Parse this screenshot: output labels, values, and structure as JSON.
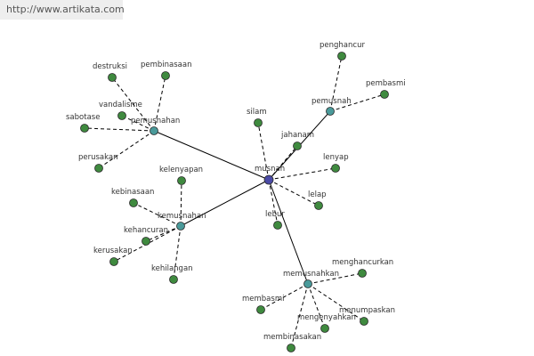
{
  "watermark": "http://www.artikata.com",
  "colors": {
    "center": "#4a4aa6",
    "hub": "#4a9a9a",
    "leaf": "#3f8a3f",
    "node_stroke": "#2a2a2a"
  },
  "graph": {
    "center": {
      "id": "musnah",
      "label": "musnah"
    },
    "hubs": [
      {
        "id": "pemusnahan",
        "label": "pemusnahan",
        "leaves": [
          "destruksi",
          "pembinasaan",
          "vandalisme",
          "sabotase",
          "perusakan"
        ]
      },
      {
        "id": "pemusnah",
        "label": "pemusnah",
        "leaves": [
          "penghancur",
          "pembasmi"
        ]
      },
      {
        "id": "kemusnahan",
        "label": "kemusnahan",
        "leaves": [
          "kelenyapan",
          "kebinasaan",
          "kehancuran",
          "kerusakan",
          "kehilangan"
        ]
      },
      {
        "id": "memusnahkan",
        "label": "memusnahkan",
        "leaves": [
          "menghancurkan",
          "membasmi",
          "mengenyahkan",
          "menumpaskan",
          "membinasakan"
        ]
      }
    ],
    "direct_leaves": [
      "silam",
      "jahanam",
      "lenyap",
      "lelap",
      "lebur"
    ]
  }
}
